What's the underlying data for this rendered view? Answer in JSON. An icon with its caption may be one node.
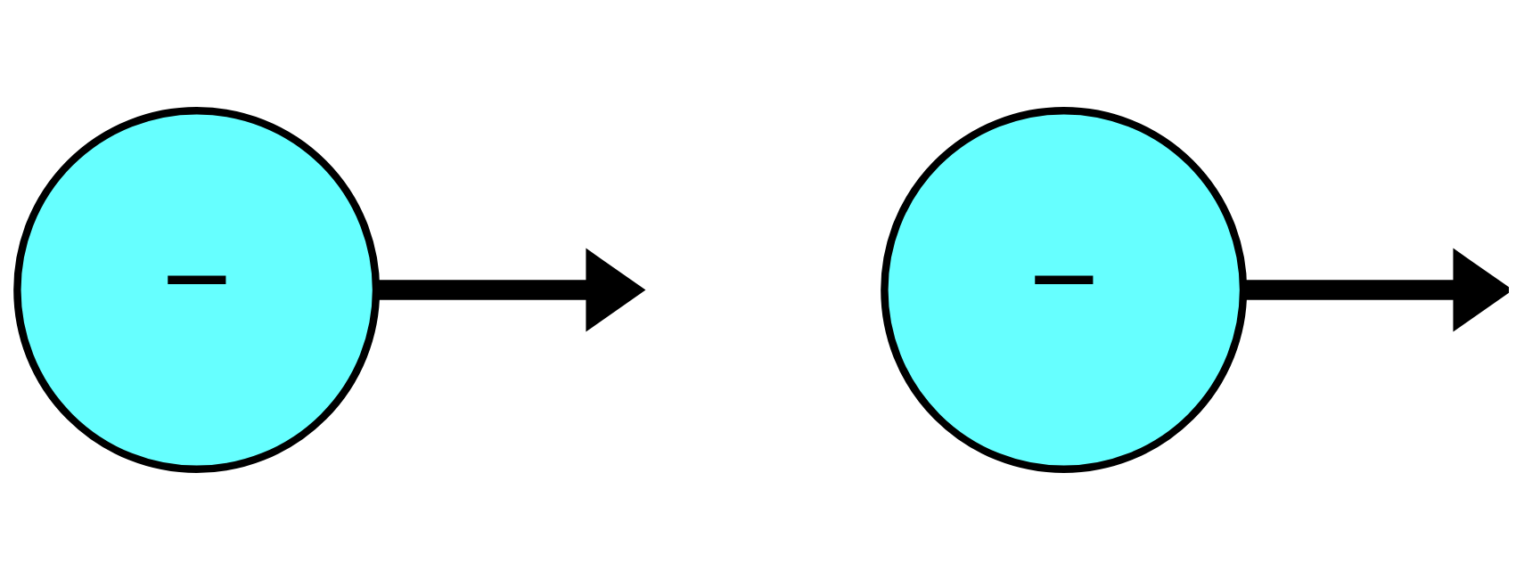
{
  "diagram": {
    "nodes": [
      {
        "text": [
          "−"
        ]
      },
      {
        "text": [
          "−"
        ]
      }
    ],
    "edges": [
      {
        "from": 0,
        "to": null,
        "arrow": "to"
      },
      {
        "from": 1,
        "to": null,
        "arrow": "to"
      }
    ]
  }
}
